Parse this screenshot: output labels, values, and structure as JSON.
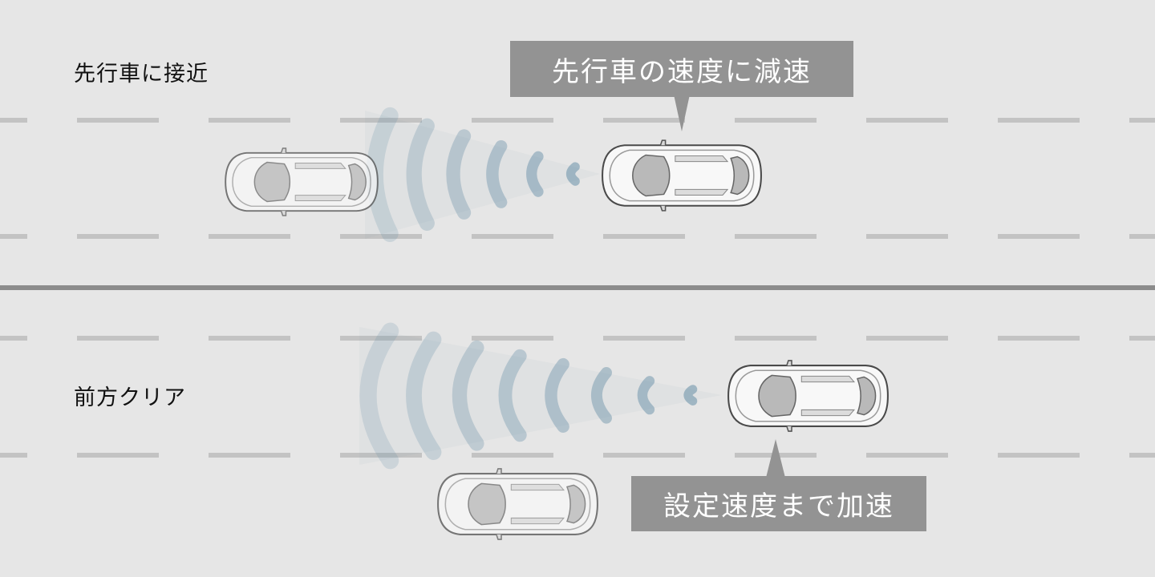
{
  "scenarios": {
    "approach": {
      "label": "先行車に接近",
      "callout": "先行車の速度に減速"
    },
    "clear": {
      "label": "前方クリア",
      "callout": "設定速度まで加速"
    }
  },
  "colors": {
    "road": "#e6e6e6",
    "lane_marking": "#c3c3c3",
    "divider": "#8c8c8c",
    "callout_bg": "#939393",
    "callout_text": "#ffffff",
    "radar_wave": "#5f8aa3",
    "car_body": "#f8f8f8",
    "car_glass": "#b9b9b9"
  },
  "icons": {
    "car": "car-topview-icon",
    "radar": "radar-waves-icon"
  }
}
